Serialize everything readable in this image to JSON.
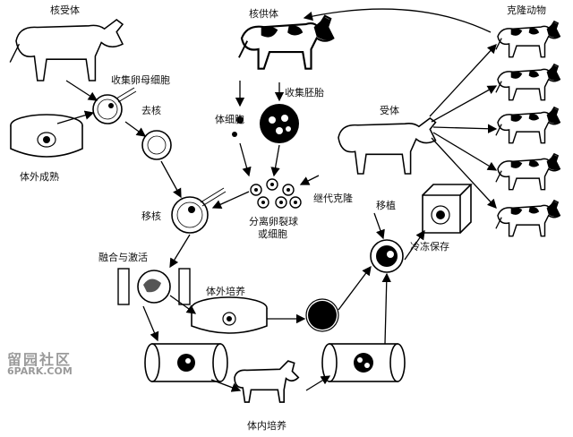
{
  "labels": {
    "nucleus_recipient": "核受体",
    "collect_oocytes": "收集卵母细胞",
    "enucleation": "去核",
    "in_vitro_maturation": "体外成熟",
    "nucleus_transfer": "移核",
    "fusion_activation": "融合与激活",
    "nucleus_donor": "核供体",
    "collect_embryos": "收集胚胎",
    "somatic_cell": "体细胞",
    "isolate_blastomeres_l1": "分离卵裂球",
    "isolate_blastomeres_l2": "或细胞",
    "serial_cloning": "继代克隆",
    "recipient": "受体",
    "transplant": "移植",
    "freeze_storage": "冷冻保存",
    "cloned_animals": "克隆动物",
    "in_vitro_culture": "体外培养",
    "in_vivo_culture": "体内培养"
  },
  "watermark": {
    "line1": "留园社区",
    "line2": "6PARK.COM"
  }
}
